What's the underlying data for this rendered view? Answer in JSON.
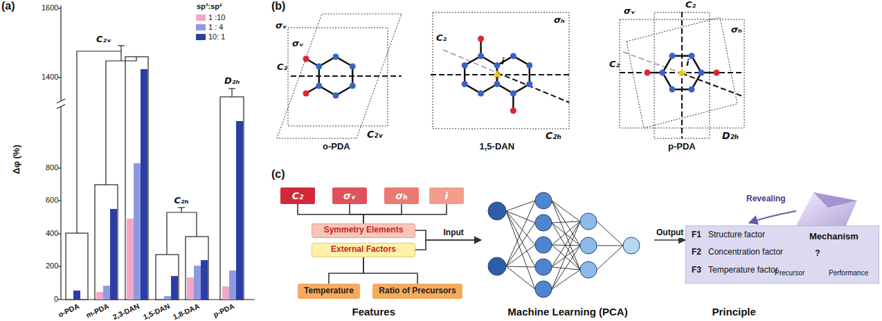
{
  "diagram": {
    "nodes": [
      {
        "text": [
          "C₂"
        ]
      },
      {
        "text": [
          "σᵥ"
        ]
      },
      {
        "text": [
          "σₕ"
        ]
      },
      {
        "text": [
          "i"
        ]
      },
      {
        "text": [
          "Symmetry Elements"
        ]
      },
      {
        "text": [
          "External Factors"
        ]
      },
      {
        "text": [
          "Temperature"
        ]
      },
      {
        "text": [
          "Ratio of Precursors"
        ]
      },
      {
        "text": [
          "Machine Learning (PCA)"
        ]
      },
      {
        "text": [
          "F1",
          "Structure factor",
          "F2",
          "Concentration factor",
          "F3",
          "Temperature factor",
          "Mechanism",
          "?",
          "Precursor",
          "Performance"
        ]
      }
    ],
    "edges": [
      {
        "from": 0,
        "to": 4,
        "arrow": "none"
      },
      {
        "from": 1,
        "to": 4,
        "arrow": "none"
      },
      {
        "from": 2,
        "to": 4,
        "arrow": "none"
      },
      {
        "from": 3,
        "to": 4,
        "arrow": "none"
      },
      {
        "from": 6,
        "to": 5,
        "arrow": "none"
      },
      {
        "from": 7,
        "to": 5,
        "arrow": "none"
      },
      {
        "from": 4,
        "to": 8,
        "label": "Input",
        "arrow": "to"
      },
      {
        "from": 5,
        "to": 8,
        "arrow": "to"
      },
      {
        "from": 8,
        "to": 9,
        "label": "Output",
        "arrow": "to"
      }
    ],
    "labels": [
      "(a)",
      "1600",
      "1400",
      "800",
      "600",
      "400",
      "200",
      "0",
      "Δφ (%)",
      "sp³:sp²",
      "C₂ᵥ",
      "C₂ₕ",
      "D₂ₕ",
      "o-PDA",
      "m-PDA",
      "2,3-DAN",
      "1,5-DAN",
      "1,8-DAA",
      "p-PDA",
      "(b)",
      "σᵥ",
      "σᵥ",
      "C₂",
      "C₂ᵥ",
      "o-PDA",
      "σₕ",
      "C₂",
      "i",
      "C₂ₕ",
      "1,5-DAN",
      "C₂",
      "σᵥ",
      "σₕ",
      "C₂",
      "i",
      "D₂ₕ",
      "p-PDA",
      "(c)",
      "Features",
      "Revealing",
      "Principle"
    ],
    "legend": [
      {
        "text": "1 :10",
        "color": "#f2a7c9"
      },
      {
        "text": "1 : 4",
        "color": "#8e9ae0"
      },
      {
        "text": "10: 1",
        "color": "#2c3ea6"
      }
    ]
  }
}
